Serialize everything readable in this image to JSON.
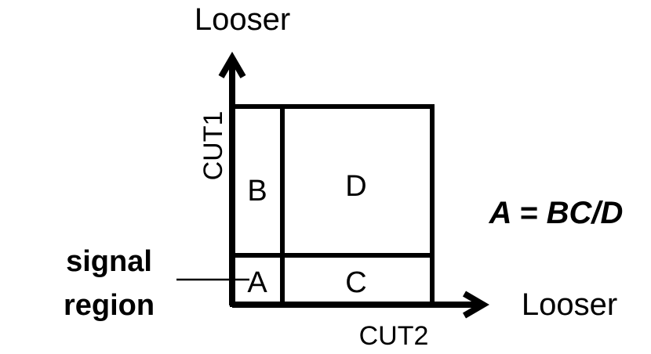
{
  "diagram": {
    "y_axis": {
      "direction_label": "Looser",
      "cut_label": "CUT1"
    },
    "x_axis": {
      "direction_label": "Looser",
      "cut_label": "CUT2"
    },
    "regions": {
      "a": "A",
      "b": "B",
      "c": "C",
      "d": "D"
    },
    "signal_region": {
      "line1": "signal",
      "line2": "region"
    },
    "formula": "A = BC/D"
  }
}
